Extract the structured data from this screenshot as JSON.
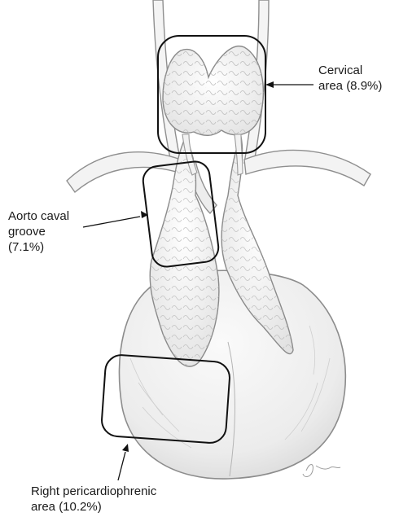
{
  "labels": {
    "cervical": {
      "line1": "Cervical",
      "line2": "area (8.9%)"
    },
    "aorto_caval": {
      "line1": "Aorto caval",
      "line2": "groove",
      "line3": "(7.1%)"
    },
    "pericardiophrenic": {
      "line1": "Right pericardiophrenic",
      "line2": "area (10.2%)"
    }
  },
  "colors": {
    "outline": "#111111",
    "tissue_stroke": "#9a9a9a",
    "vessel_fill": "#f4f4f4",
    "gland_fill": "#f7f7f7",
    "pericardium_fill": "#efefef"
  }
}
